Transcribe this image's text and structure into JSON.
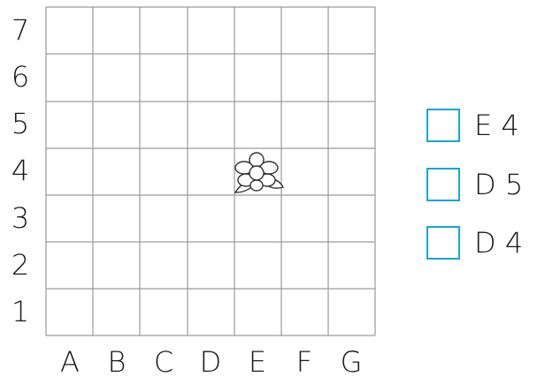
{
  "grid": {
    "rows": [
      "7",
      "6",
      "5",
      "4",
      "3",
      "2",
      "1"
    ],
    "columns": [
      "A",
      "B",
      "C",
      "D",
      "E",
      "F",
      "G"
    ],
    "line_color": "#9a9a9a",
    "flower_icon": "flower-icon",
    "flower_cell": {
      "column": "E",
      "row": "4"
    }
  },
  "options": [
    {
      "label": "E 4"
    },
    {
      "label": "D 5"
    },
    {
      "label": "D 4"
    }
  ],
  "colors": {
    "checkbox_border": "#1ca3d8"
  }
}
